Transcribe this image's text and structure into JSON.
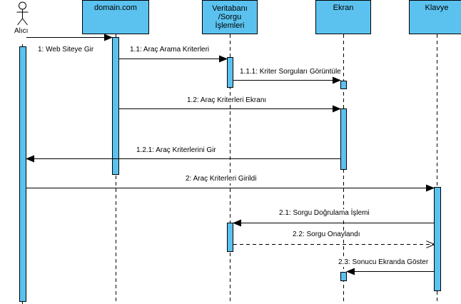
{
  "participants": [
    {
      "id": "alici",
      "name": "Alıcı",
      "kind": "actor"
    },
    {
      "id": "domain",
      "name": "domain.com",
      "kind": "box"
    },
    {
      "id": "veritabani",
      "name": "Veritabanı\n/Sorgu\nİşlemleri",
      "kind": "box"
    },
    {
      "id": "ekran",
      "name": "Ekran",
      "kind": "box"
    },
    {
      "id": "klavye",
      "name": "Klavye",
      "kind": "box"
    }
  ],
  "messages": [
    {
      "label": "1: Web Siteye Gir",
      "from": "alici",
      "to": "domain",
      "style": "sync"
    },
    {
      "label": "1.1: Araç Arama Kriterleri",
      "from": "domain",
      "to": "veritabani",
      "style": "sync"
    },
    {
      "label": "1.1.1: Kriter Sorguları Görüntüle",
      "from": "veritabani",
      "to": "ekran",
      "style": "sync"
    },
    {
      "label": "1.2: Araç Kriterleri Ekranı",
      "from": "domain",
      "to": "ekran",
      "style": "sync"
    },
    {
      "label": "1.2.1: Araç Kriterlerini Gir",
      "from": "ekran",
      "to": "alici",
      "style": "sync"
    },
    {
      "label": "2: Araç Kriterleri Girildi",
      "from": "alici",
      "to": "klavye",
      "style": "sync"
    },
    {
      "label": "2.1: Sorgu Doğrulama İşlemi",
      "from": "klavye",
      "to": "veritabani",
      "style": "sync"
    },
    {
      "label": "2.2: Sorgu Onaylandı",
      "from": "veritabani",
      "to": "klavye",
      "style": "return"
    },
    {
      "label": "2.3: Sonucu Ekranda Göster",
      "from": "klavye",
      "to": "ekran",
      "style": "sync"
    }
  ],
  "colors": {
    "box_fill": "#5bc2ef",
    "activation_fill": "#5bc2ef",
    "line": "#000000"
  }
}
